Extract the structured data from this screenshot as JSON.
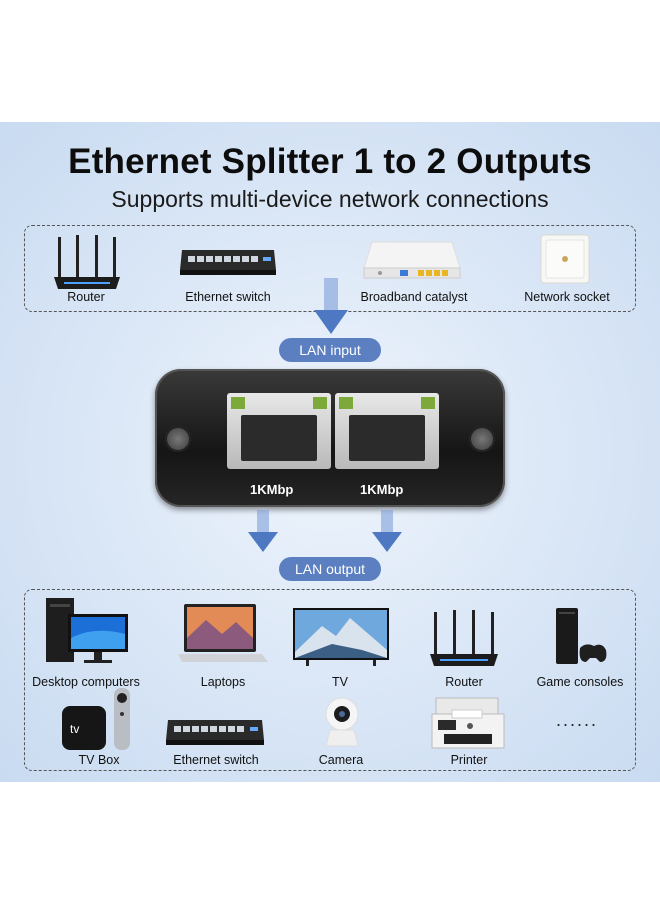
{
  "title": "Ethernet Splitter 1 to 2 Outputs",
  "subtitle": "Supports multi-device network connections",
  "inputs": [
    {
      "label": "Router",
      "icon": "router-icon"
    },
    {
      "label": "Ethernet switch",
      "icon": "switch-icon"
    },
    {
      "label": "Broadband catalyst",
      "icon": "modem-icon"
    },
    {
      "label": "Network socket",
      "icon": "socket-icon"
    }
  ],
  "lan_input": "LAN input",
  "port_speed_left": "1KMbp",
  "port_speed_right": "1KMbp",
  "lan_output": "LAN output",
  "outputs_row1": [
    {
      "label": "Desktop computers",
      "icon": "desktop-icon"
    },
    {
      "label": "Laptops",
      "icon": "laptop-icon"
    },
    {
      "label": "TV",
      "icon": "tv-icon"
    },
    {
      "label": "Router",
      "icon": "router-icon"
    },
    {
      "label": "Game consoles",
      "icon": "console-icon"
    }
  ],
  "outputs_row2": [
    {
      "label": "TV Box",
      "icon": "tvbox-icon"
    },
    {
      "label": "Ethernet switch",
      "icon": "switch-icon"
    },
    {
      "label": "Camera",
      "icon": "camera-icon"
    },
    {
      "label": "Printer",
      "icon": "printer-icon"
    }
  ],
  "more": "......",
  "tvbox_text": "tv",
  "colors": {
    "accent": "#5b7fc0",
    "arrow": "#4f78c2"
  }
}
